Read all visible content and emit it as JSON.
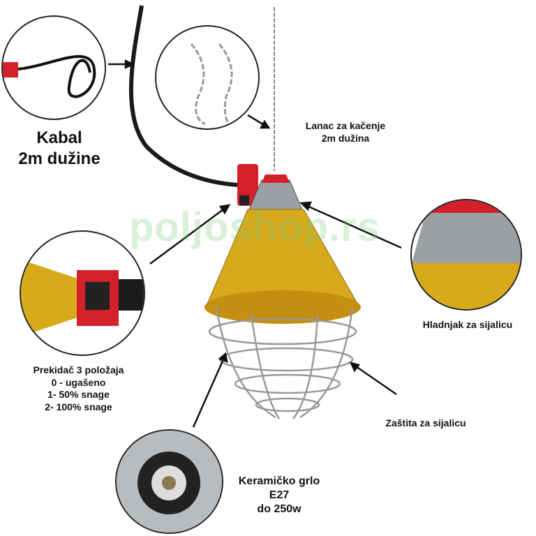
{
  "watermark": "poljoshop.rs",
  "labels": {
    "cable": [
      "Kabal",
      "2m dužine"
    ],
    "chain": [
      "Lanac za kačenje",
      "2m dužina"
    ],
    "heatsink": "Hladnjak za sijalicu",
    "switch": [
      "Prekidač 3 položaja",
      "0 - ugašeno",
      "1- 50% snage",
      "2- 100% snage"
    ],
    "guard": "Zaštita za sijalicu",
    "socket": [
      "Keramičko grlo",
      "E27",
      "do 250w"
    ]
  },
  "colors": {
    "shade": "#d8a91a",
    "accent": "#d4202a",
    "cable": "#1a1a1a"
  }
}
